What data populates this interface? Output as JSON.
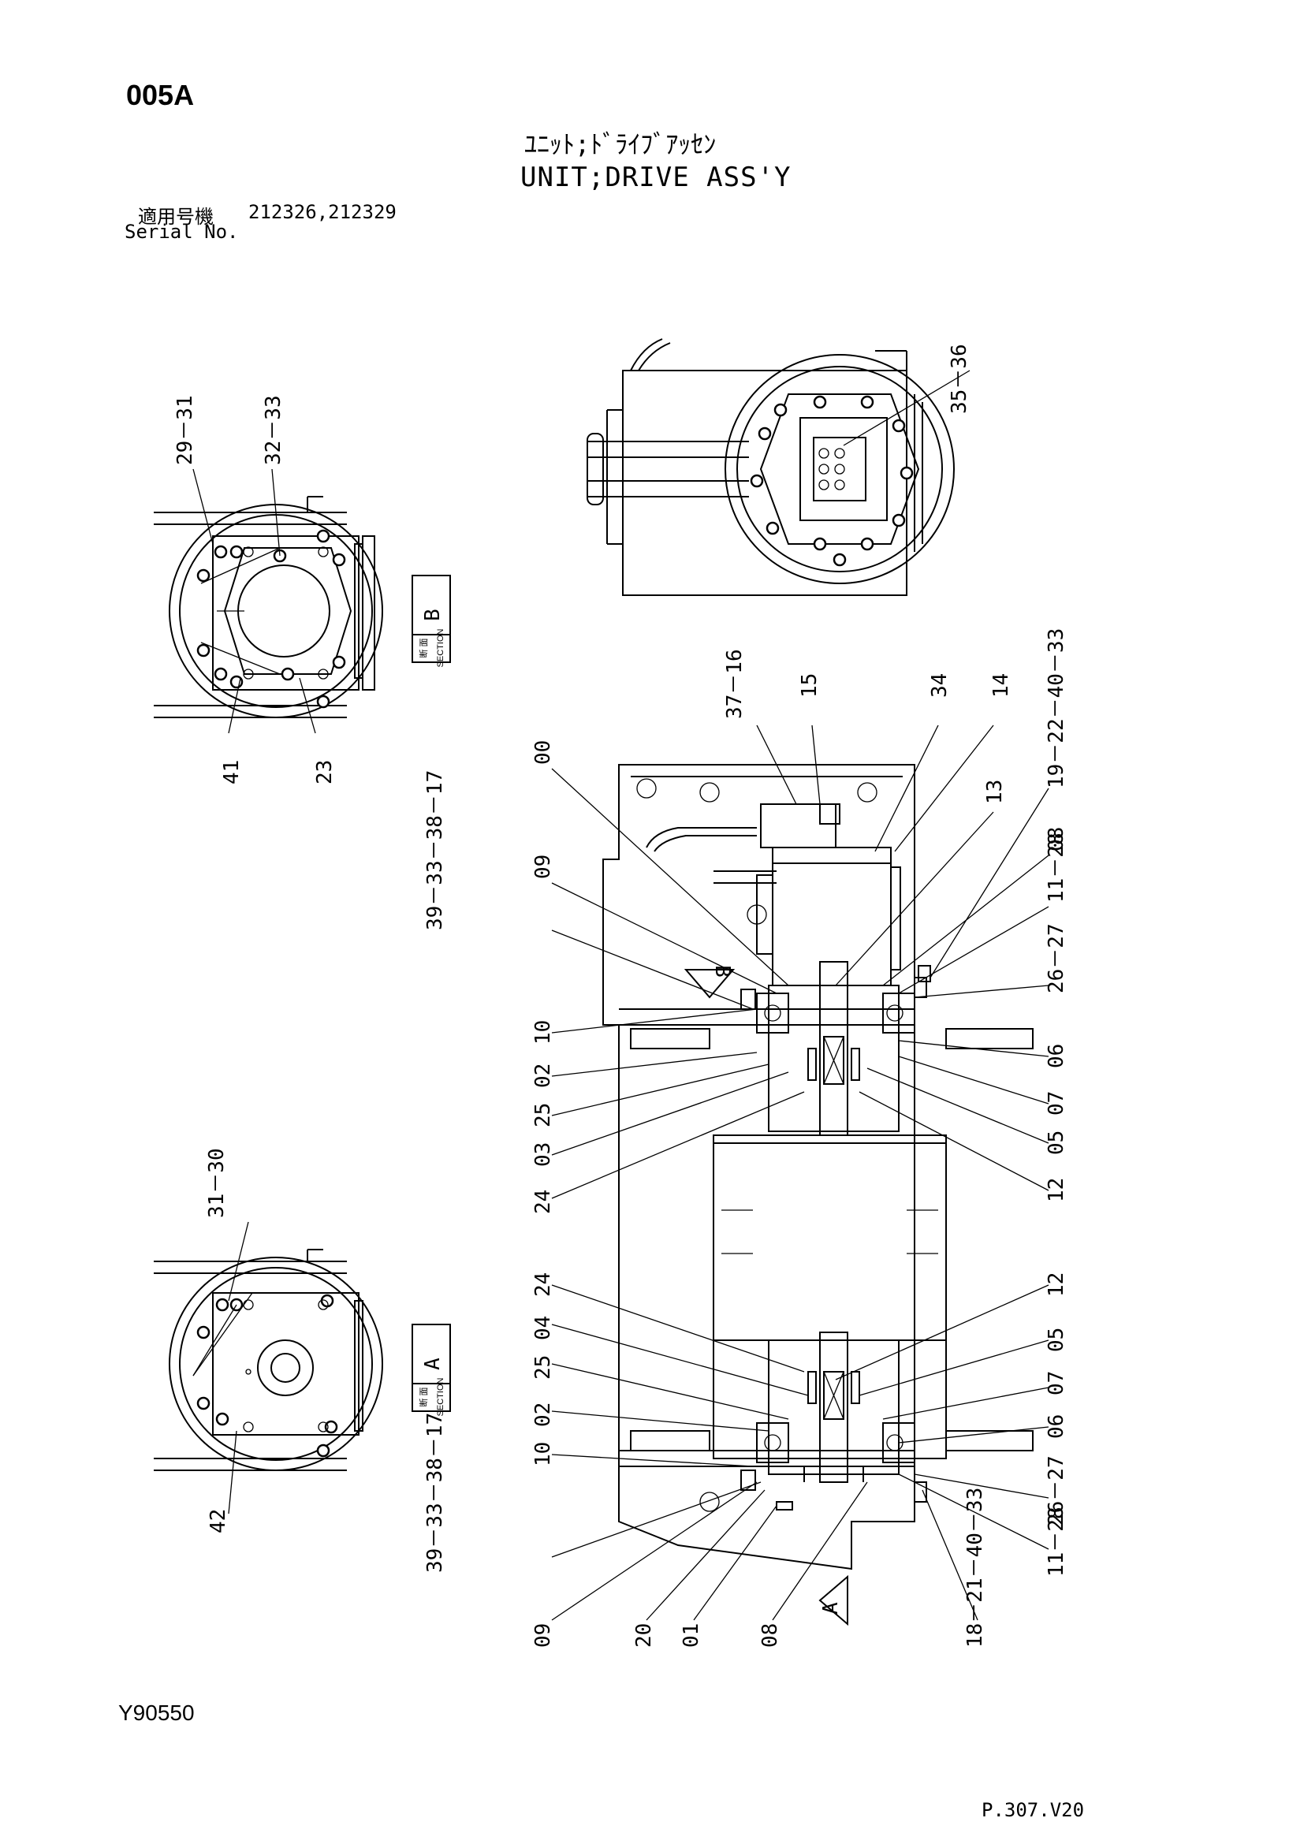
{
  "header": {
    "page_code": "005A",
    "title_jp": "ﾕﾆｯﾄ;ﾄﾞﾗｲﾌﾞｱｯｾﾝ",
    "title_en": "UNIT;DRIVE ASS'Y",
    "serial_label_jp": "適用号機",
    "serial_label_en": "Serial No.",
    "serial_numbers": "212326,212329"
  },
  "footer": {
    "drawing_number": "Y90550",
    "page_ref": "P.307.V20"
  },
  "sections": {
    "b": {
      "letter": "B",
      "jp": "断 面",
      "en": "SECTION"
    },
    "a": {
      "letter": "A",
      "jp": "断 面",
      "en": "SECTION"
    },
    "view_b_arrow": "B",
    "view_a_arrow": "A"
  },
  "callouts": {
    "c29_31": "29－31",
    "c32_33": "32－33",
    "c41": "41",
    "c23": "23",
    "c35_36": "35－36",
    "c37_16": "37－16",
    "c15": "15",
    "c34": "34",
    "c14": "14",
    "c00": "00",
    "c13": "13",
    "c19": "19－22－40－33",
    "c09a": "09",
    "c08a": "08",
    "c11a": "11－28",
    "c39a": "39－33－38－17",
    "c26a": "26－27",
    "c10a": "10",
    "c02a": "02",
    "c25a": "25",
    "c03": "03",
    "c24a": "24",
    "c06a": "06",
    "c07a": "07",
    "c05a": "05",
    "c12a": "12",
    "c31_30": "31－30",
    "c42": "42",
    "c24b": "24",
    "c04": "04",
    "c25b": "25",
    "c02b": "02",
    "c10b": "10",
    "c12b": "12",
    "c05b": "05",
    "c07b": "07",
    "c06b": "06",
    "c39b": "39－33－38－17",
    "c26b": "26－27",
    "c11b": "11－28",
    "c09b": "09",
    "c20": "20",
    "c01": "01",
    "c08b": "08",
    "c18": "18－21－40－33"
  }
}
